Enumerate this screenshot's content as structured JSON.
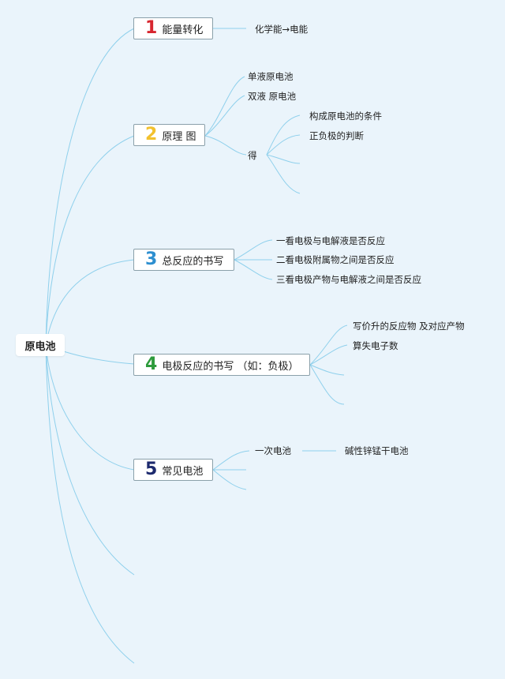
{
  "root": {
    "label": "原电池"
  },
  "colors": {
    "line": "#8fd0ec",
    "num1": "#d7262f",
    "num2": "#f2c12e",
    "num3": "#2d8fd0",
    "num4": "#2e9b3c",
    "num5": "#1d2a6e"
  },
  "branches": [
    {
      "number": "1",
      "label": "能量转化",
      "children": [
        {
          "label": "化学能→电能"
        }
      ]
    },
    {
      "number": "2",
      "label": "原理 图",
      "children": [
        {
          "label": "单液原电池"
        },
        {
          "label": "双液 原电池"
        },
        {
          "label": "得",
          "children": [
            {
              "label": "构成原电池的条件"
            },
            {
              "label": "正负极的判断"
            }
          ]
        }
      ]
    },
    {
      "number": "3",
      "label": "总反应的书写",
      "children": [
        {
          "label": "一看电极与电解液是否反应"
        },
        {
          "label": "二看电极附属物之间是否反应"
        },
        {
          "label": "三看电极产物与电解液之间是否反应"
        }
      ]
    },
    {
      "number": "4",
      "label": "电极反应的书写 （如：负极）",
      "children": [
        {
          "label": "写价升的反应物 及对应产物"
        },
        {
          "label": "算失电子数"
        }
      ]
    },
    {
      "number": "5",
      "label": "常见电池",
      "children": [
        {
          "label": "一次电池",
          "children": [
            {
              "label": "碱性锌锰干电池"
            }
          ]
        }
      ]
    }
  ]
}
